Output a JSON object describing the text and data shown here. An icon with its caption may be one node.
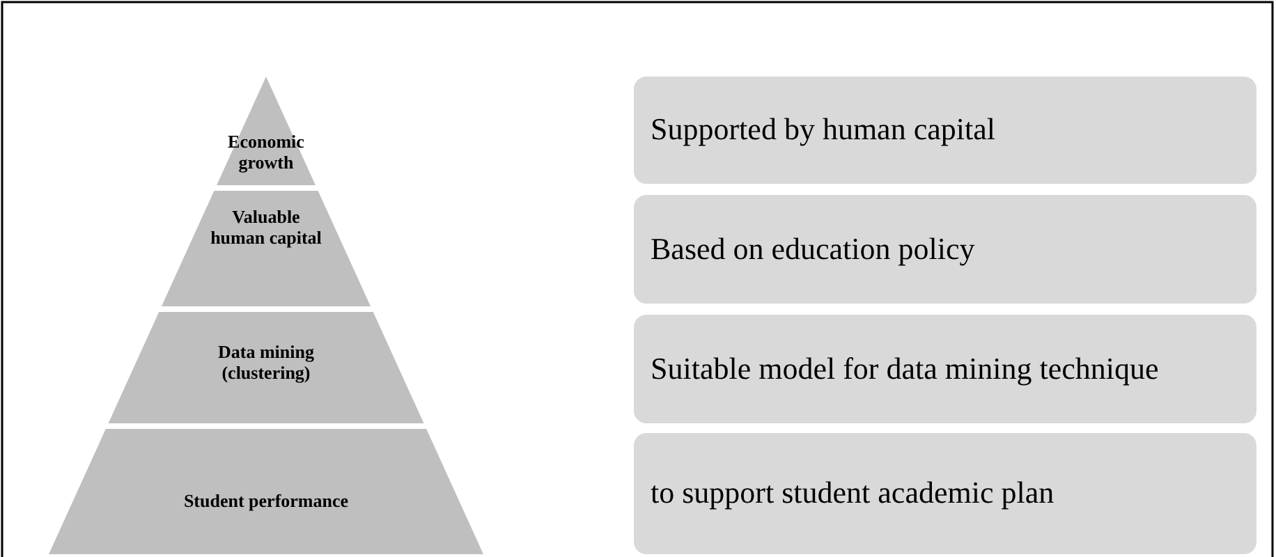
{
  "diagram": {
    "nodes": [
      {
        "text": [
          "Economic growth"
        ]
      },
      {
        "text": [
          "Valuable human capital"
        ]
      },
      {
        "text": [
          "Data mining (clustering)"
        ]
      },
      {
        "text": [
          "Student performance"
        ]
      },
      {
        "text": [
          "Supported by human capital"
        ]
      },
      {
        "text": [
          "Based on education policy"
        ]
      },
      {
        "text": [
          "Suitable model for data mining technique"
        ]
      },
      {
        "text": [
          "to support student academic plan"
        ]
      }
    ]
  }
}
